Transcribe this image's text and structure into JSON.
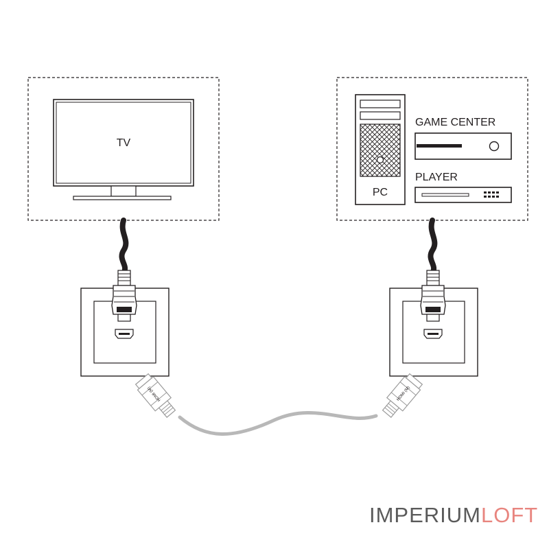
{
  "labels": {
    "tv": "TV",
    "pc": "PC",
    "game_center": "GAME CENTER",
    "player": "PLAYER",
    "plug_hdmi": "HDMI",
    "cable_plug": "HDMI (M)"
  },
  "brand": {
    "part1": "IMPERIUM",
    "part2": "LOFT"
  },
  "colors": {
    "line": "#231f20",
    "cable_grey": "#b8b8b8",
    "brand_grey": "#5a5a5a",
    "brand_pink": "#e8857f"
  }
}
